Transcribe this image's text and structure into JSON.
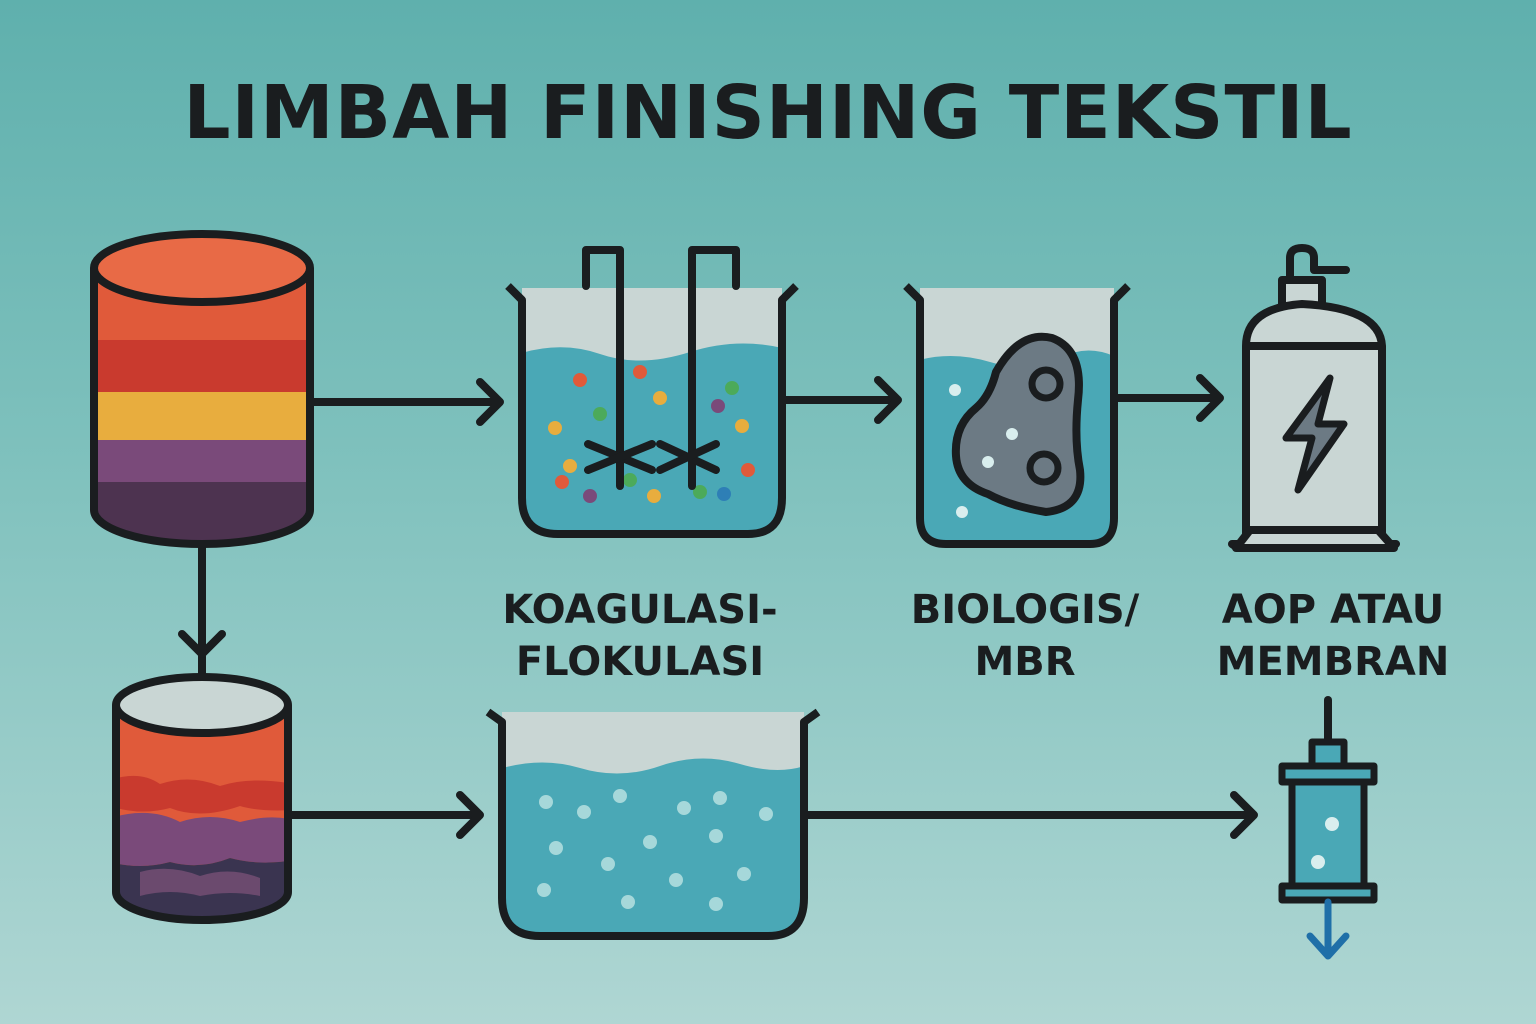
{
  "title": "LIMBAH FINISHING TEKSTIL",
  "steps": [
    {
      "line1": "KOAGULASI-",
      "line2": "FLOKULASI"
    },
    {
      "line1": "BIOLOGIS/",
      "line2": "MBR"
    },
    {
      "line1": "AOP ATAU",
      "line2": "MEMBRAN"
    }
  ],
  "colors": {
    "background_top": "#5fb0ad",
    "background_bottom": "#afd6d3",
    "outline": "#1a1d1f",
    "water": "#4aa8b6",
    "vessel_headspace": "#c9d6d4",
    "drum_red_orange": "#e05a3a",
    "drum_red": "#c93a2e",
    "drum_yellow": "#e8ad3e",
    "drum_purple": "#7a4a7a",
    "drum_dark_purple": "#4d3350",
    "output_arrow": "#1f6fa8"
  },
  "icons": [
    "colored-wastewater-drum-icon",
    "coagulation-flocculation-tank-icon",
    "biological-mbr-tank-icon",
    "aop-reactor-icon",
    "lightning-icon",
    "mixed-wastewater-drum-icon",
    "settling-tank-icon",
    "membrane-filter-icon",
    "clean-water-output-arrow-icon"
  ]
}
